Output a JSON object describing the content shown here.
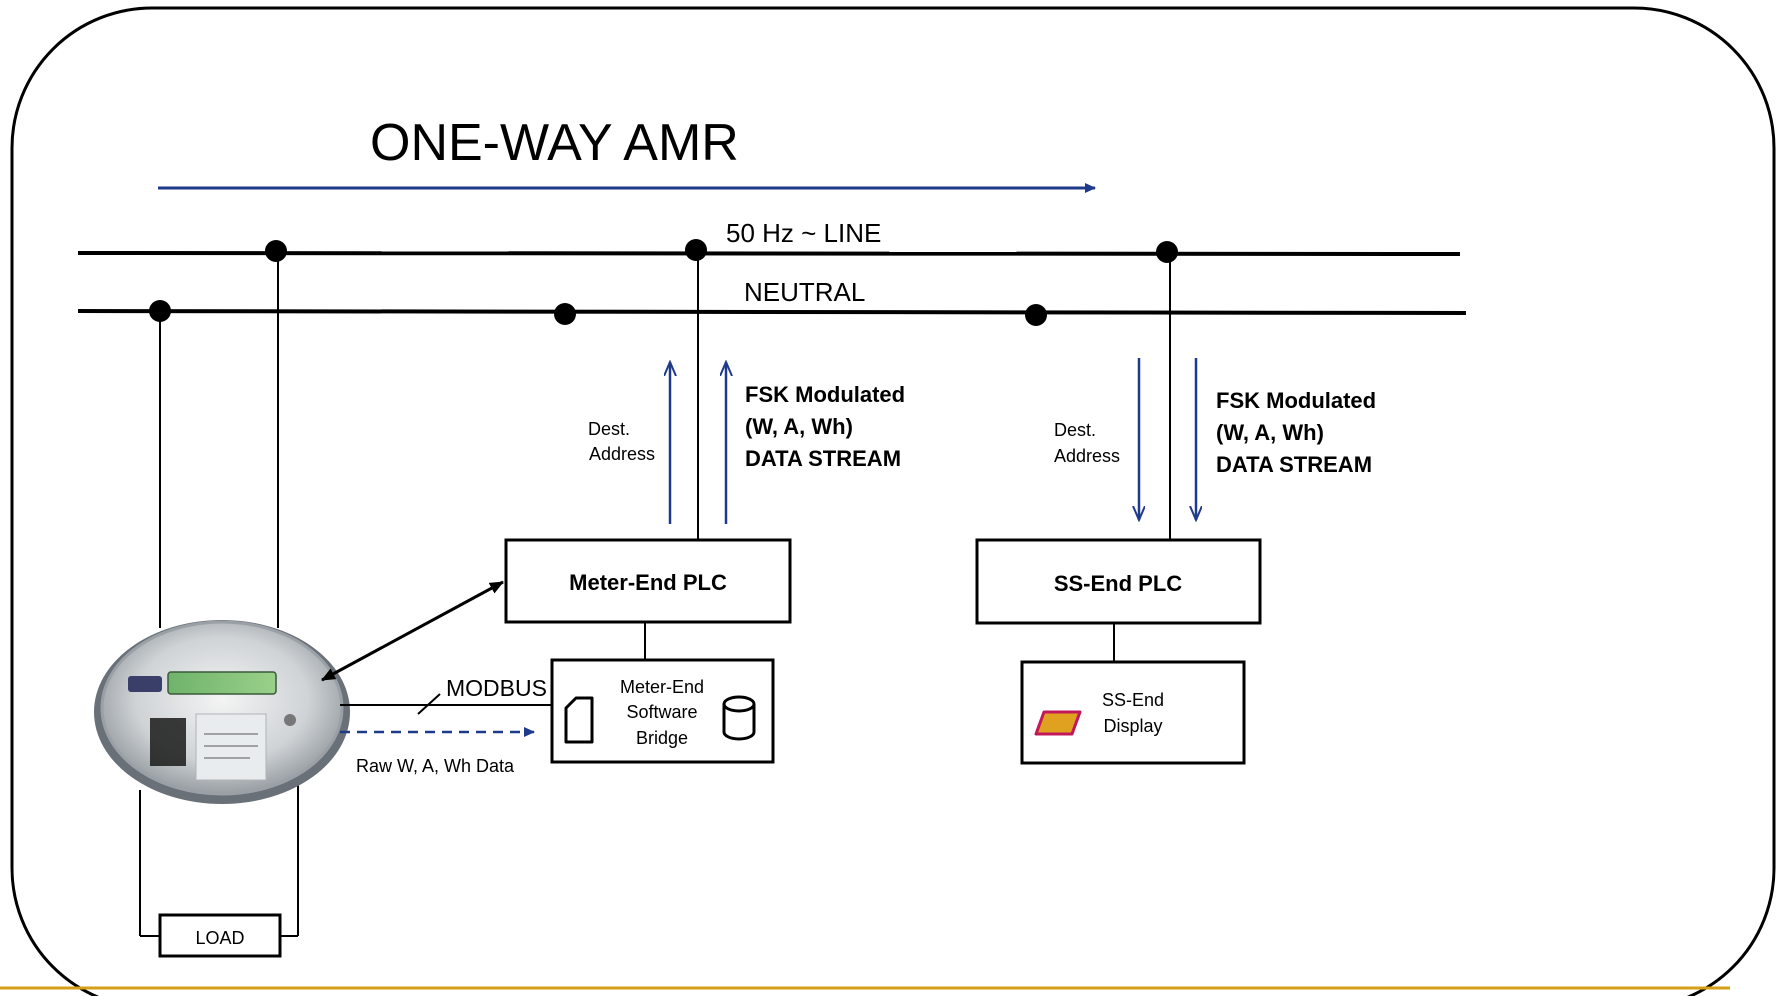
{
  "title": "ONE-WAY AMR",
  "lines": {
    "live": "50 Hz ~ LINE",
    "neutral": "NEUTRAL"
  },
  "meter_side": {
    "dest_address_line1": "Dest.",
    "dest_address_line2": "Address",
    "stream_line1": "FSK Modulated",
    "stream_line2": "(W, A, Wh)",
    "stream_line3": "DATA STREAM",
    "plc_label": "Meter-End PLC",
    "bridge_line1": "Meter-End",
    "bridge_line2": "Software",
    "bridge_line3": "Bridge",
    "modbus_label": "MODBUS",
    "raw_data_label": "Raw W, A, Wh Data",
    "load_label": "LOAD"
  },
  "ss_side": {
    "dest_address_line1": "Dest.",
    "dest_address_line2": "Address",
    "stream_line1": "FSK Modulated",
    "stream_line2": "(W, A, Wh)",
    "stream_line3": "DATA STREAM",
    "plc_label": "SS-End PLC",
    "display_line1": "SS-End",
    "display_line2": "Display"
  },
  "colors": {
    "arrow_blue": "#1f3a8a",
    "accent_gold": "#d4a017",
    "display_fill": "#e0a020",
    "display_stroke": "#c2185b"
  }
}
